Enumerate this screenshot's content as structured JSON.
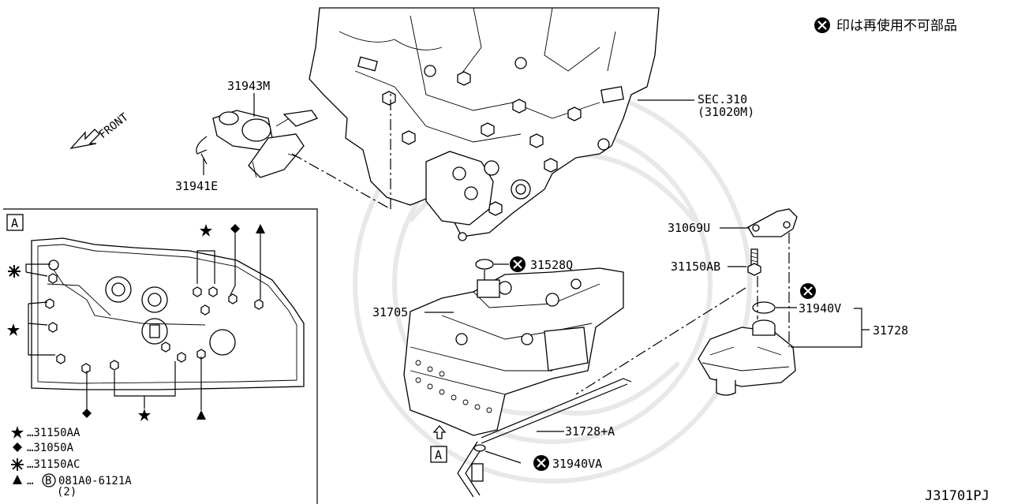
{
  "notice": {
    "text": "印は再使用不可部品",
    "icon": "x-circle-icon"
  },
  "orientation": {
    "text": "FRONT"
  },
  "view_marker": "A",
  "drawing_number": "J31701PJ",
  "callouts": {
    "p31943m": "31943M",
    "p31941e": "31941E",
    "sec_ref": "SEC.310",
    "sec_ref_sub": "(31020M)",
    "p31069u": "31069U",
    "p31150ab": "31150AB",
    "p31528q": "31528Q",
    "p31705": "31705",
    "p31940v": "31940V",
    "p31728": "31728",
    "p31728a": "31728+A",
    "p31940va": "31940VA"
  },
  "legend": [
    {
      "symbol": "star",
      "text": "…31150AA"
    },
    {
      "symbol": "diamond",
      "text": "…31050A"
    },
    {
      "symbol": "asterisk-x",
      "text": "…31150AC"
    },
    {
      "symbol": "triangle",
      "text": "…",
      "code": "081A0-6121A",
      "code_prefix": "B",
      "qty": "(2)"
    }
  ],
  "colors": {
    "line": "#000000",
    "background": "#ffffff",
    "watermark": "#e8e8e8"
  }
}
